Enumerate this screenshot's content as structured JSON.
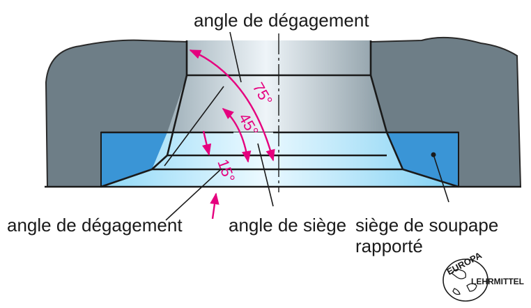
{
  "labels": {
    "top_relief_angle": "angle de dégagement",
    "left_relief_angle": "angle de dégagement",
    "seat_angle": "angle de siège",
    "insert_line1": "siège de soupape",
    "insert_line2": "rapporté"
  },
  "angles": {
    "a75": "75°",
    "a45": "45°",
    "a15": "15°"
  },
  "logo": {
    "top": "EUROPA",
    "bottom": "LEHRMITTEL"
  },
  "colors": {
    "head": "#6e7e87",
    "seat_insert": "#3a95d6",
    "port_gradient_light": "#eef4f8",
    "port_gradient_dark": "#93a4ad",
    "seat_gradient_light": "#e9f8ff",
    "seat_gradient_dark": "#7fd0f3",
    "angle_annotation": "#e5007e"
  }
}
